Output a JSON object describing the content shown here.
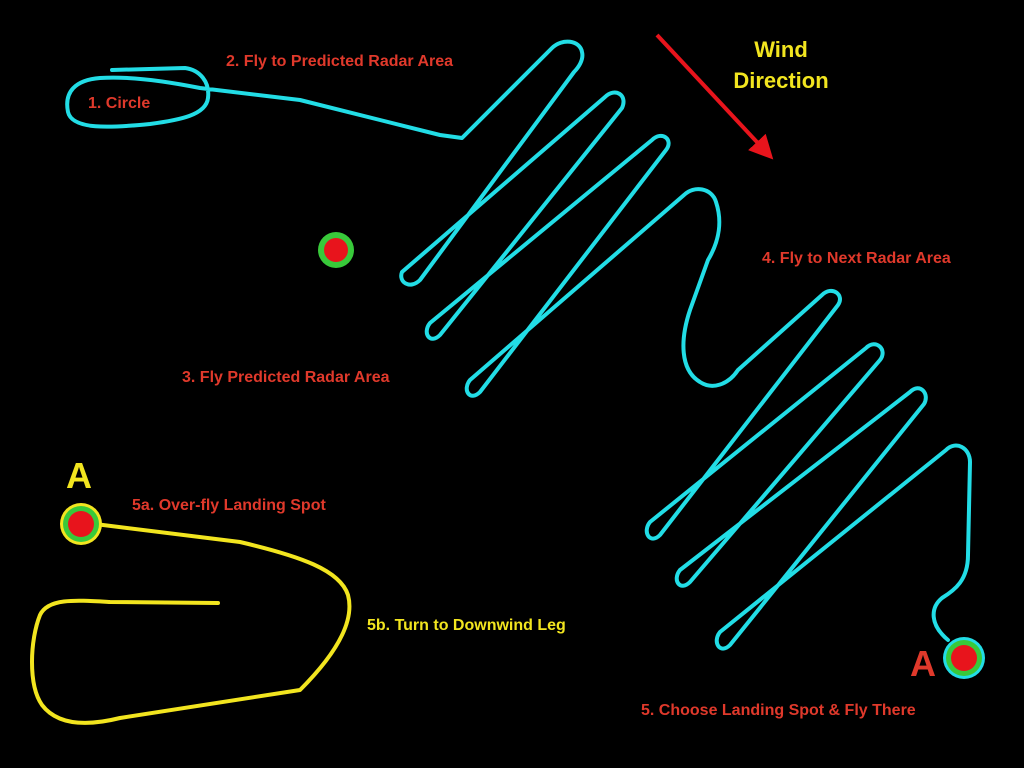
{
  "slide": {
    "labels": {
      "circle": "1. Circle",
      "fly_predicted": "2. Fly to Predicted Radar Area",
      "fly_area": "3. Fly Predicted Radar Area",
      "next_area": "4. Fly to Next Radar Area",
      "choose_spot": "5. Choose Landing Spot & Fly There",
      "overfly": "5a. Over-fly Landing Spot",
      "downwind": "5b. Turn to Downwind Leg",
      "wind_line1": "Wind",
      "wind_line2": "Direction",
      "marker_a_left": "A",
      "marker_a_right": "A"
    },
    "colors": {
      "background": "#000000",
      "flight_path": "#22DDE6",
      "landing_path": "#F2E51F",
      "step_label": "#E0392B",
      "wind_text": "#F2E51F",
      "arrow": "#E8141C",
      "marker_fill": "#E8141C",
      "marker_ring": "#38C93A"
    }
  }
}
